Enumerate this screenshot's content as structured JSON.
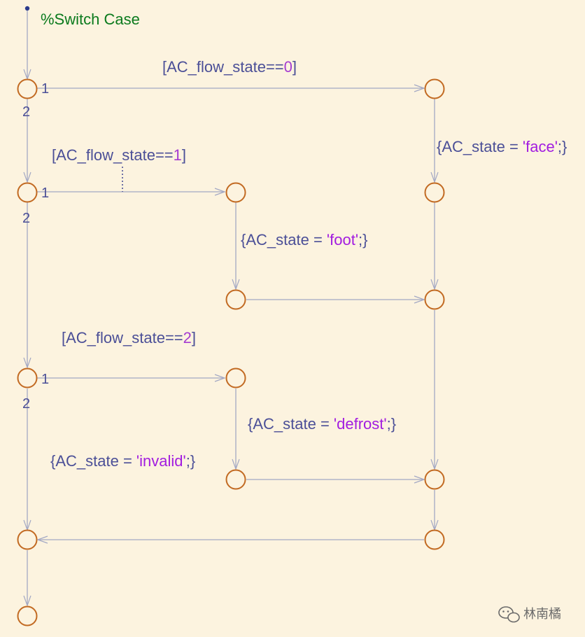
{
  "comment": "%Switch Case",
  "conditions": [
    {
      "prefix": "[AC_flow_state==",
      "value": "0",
      "suffix": "]"
    },
    {
      "prefix": "[AC_flow_state==",
      "value": "1",
      "suffix": "]"
    },
    {
      "prefix": "[AC_flow_state==",
      "value": "2",
      "suffix": "]"
    }
  ],
  "actions": {
    "face": {
      "prefix": "{AC_state = ",
      "value": "'face'",
      "suffix": ";}"
    },
    "foot": {
      "prefix": "{AC_state = ",
      "value": "'foot'",
      "suffix": ";}"
    },
    "defrost": {
      "prefix": "{AC_state = ",
      "value": "'defrost'",
      "suffix": ";}"
    },
    "invalid": {
      "prefix": "{AC_state = ",
      "value": "'invalid'",
      "suffix": ";}"
    }
  },
  "order_labels": {
    "first": "1",
    "second": "2"
  },
  "watermark": "林南橘",
  "colors": {
    "background": "#fcf3df",
    "junction": "#c26a22",
    "transition": "#a3a8c4",
    "label_text": "#4b4f97",
    "number_literal": "#a53bd1",
    "string_literal": "#a21ce0",
    "comment": "#0b7a1d"
  }
}
